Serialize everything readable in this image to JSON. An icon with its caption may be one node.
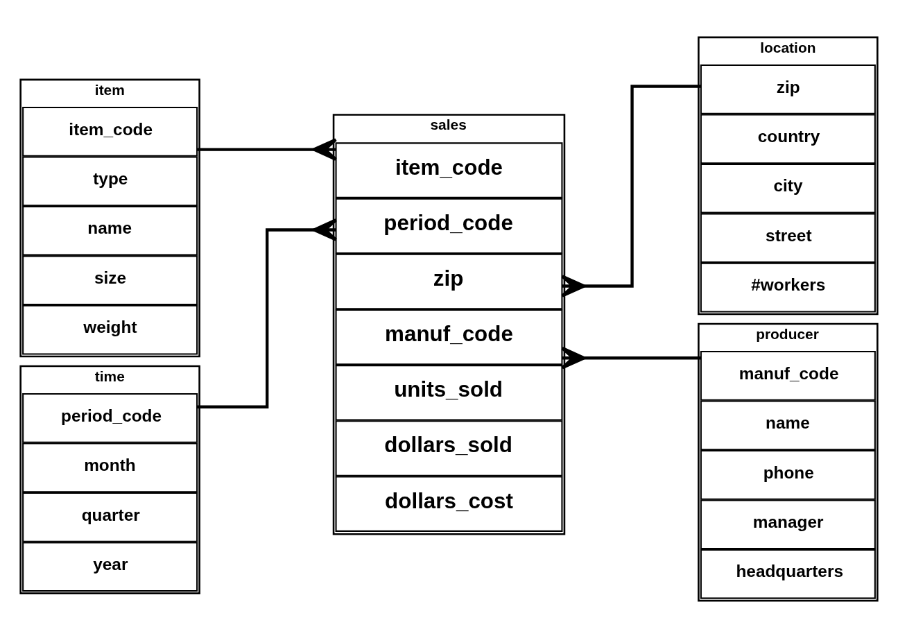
{
  "diagram": {
    "nodes": [
      {
        "text": [
          "item"
        ]
      },
      {
        "text": [
          "item_code"
        ],
        "in": 0
      },
      {
        "text": [
          "type"
        ],
        "in": 0
      },
      {
        "text": [
          "name"
        ],
        "in": 0
      },
      {
        "text": [
          "size"
        ],
        "in": 0
      },
      {
        "text": [
          "weight"
        ],
        "in": 0
      },
      {
        "text": [
          "location"
        ]
      },
      {
        "text": [
          "zip"
        ],
        "in": 6
      },
      {
        "text": [
          "country"
        ],
        "in": 6
      },
      {
        "text": [
          "city"
        ],
        "in": 6
      },
      {
        "text": [
          "street"
        ],
        "in": 6
      },
      {
        "text": [
          "#workers"
        ],
        "in": 6
      },
      {
        "text": [
          "sales"
        ]
      },
      {
        "text": [
          "item_code"
        ],
        "in": 12
      },
      {
        "text": [
          "period_code"
        ],
        "in": 12
      },
      {
        "text": [
          "zip"
        ],
        "in": 12
      },
      {
        "text": [
          "manuf_code"
        ],
        "in": 12
      },
      {
        "text": [
          "units_sold"
        ],
        "in": 12
      },
      {
        "text": [
          "dollars_sold"
        ],
        "in": 12
      },
      {
        "text": [
          "dollars_cost"
        ],
        "in": 12
      },
      {
        "text": [
          "time"
        ]
      },
      {
        "text": [
          "period_code"
        ],
        "in": 20
      },
      {
        "text": [
          "month"
        ],
        "in": 20
      },
      {
        "text": [
          "quarter"
        ],
        "in": 20
      },
      {
        "text": [
          "year"
        ],
        "in": 20
      },
      {
        "text": [
          "producer"
        ]
      },
      {
        "text": [
          "manuf_code"
        ],
        "in": 25
      },
      {
        "text": [
          "name"
        ],
        "in": 25
      },
      {
        "text": [
          "phone"
        ],
        "in": 25
      },
      {
        "text": [
          "manager"
        ],
        "in": 25
      },
      {
        "text": [
          "headquarters"
        ],
        "in": 25
      }
    ],
    "edges": [
      {
        "from": 1,
        "to": 13,
        "arrow": "other"
      },
      {
        "from": 21,
        "to": 14,
        "arrow": "other"
      },
      {
        "from": 15,
        "to": 7,
        "arrow": "other"
      },
      {
        "from": 16,
        "to": 26,
        "arrow": "other"
      }
    ]
  }
}
